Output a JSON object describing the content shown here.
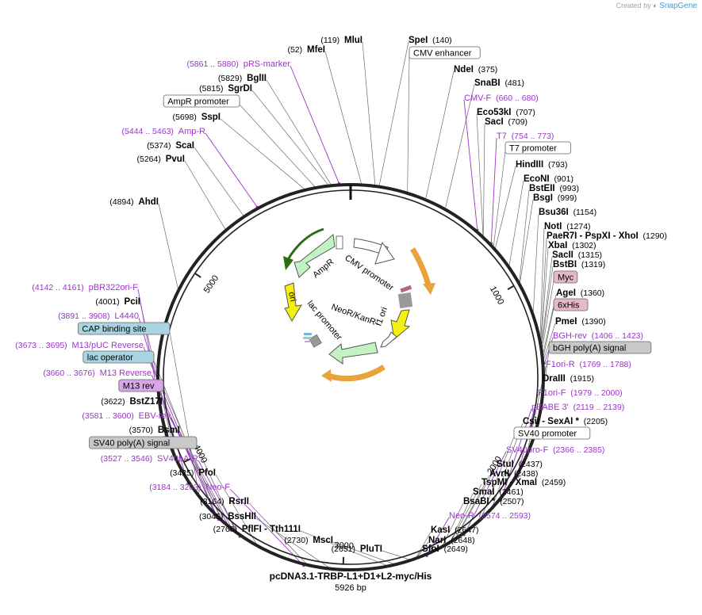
{
  "brand": {
    "created_by": "Created by",
    "product": "SnapGene"
  },
  "plasmid": {
    "name": "pcDNA3.1-TRBP-L1+D1+L2-myc/His",
    "length": "5926 bp"
  },
  "ticks": [
    "1000",
    "2000",
    "3000",
    "4000",
    "5000"
  ],
  "inner_features": [
    {
      "label": "CMV promoter"
    },
    {
      "label": "f1 ori"
    },
    {
      "label": "NeoR/KanR"
    },
    {
      "label": "lac promoter"
    },
    {
      "label": "ori"
    },
    {
      "label": "AmpR"
    }
  ],
  "labels": [
    {
      "kind": "site",
      "name": "MluI",
      "pos": "(119)"
    },
    {
      "kind": "site",
      "name": "SpeI",
      "pos": "(140)"
    },
    {
      "kind": "box",
      "name": "CMV enhancer",
      "fill": "#ffffff"
    },
    {
      "kind": "site",
      "name": "NdeI",
      "pos": "(375)"
    },
    {
      "kind": "site",
      "name": "SnaBI",
      "pos": "(481)"
    },
    {
      "kind": "primer",
      "name": "CMV-F",
      "pos": "(660 .. 680)"
    },
    {
      "kind": "site",
      "name": "Eco53kI",
      "pos": "(707)"
    },
    {
      "kind": "site",
      "name": "SacI",
      "pos": "(709)"
    },
    {
      "kind": "primer",
      "name": "T7",
      "pos": "(754 .. 773)"
    },
    {
      "kind": "box",
      "name": "T7 promoter",
      "fill": "#ffffff"
    },
    {
      "kind": "site",
      "name": "HindIII",
      "pos": "(793)"
    },
    {
      "kind": "site",
      "name": "EcoNI",
      "pos": "(901)"
    },
    {
      "kind": "site",
      "name": "BstEII",
      "pos": "(993)"
    },
    {
      "kind": "site",
      "name": "BsgI",
      "pos": "(999)"
    },
    {
      "kind": "site",
      "name": "Bsu36I",
      "pos": "(1154)"
    },
    {
      "kind": "site",
      "name": "NotI",
      "pos": "(1274)"
    },
    {
      "kind": "site",
      "name": "PaeR7I  - PspXI  - XhoI",
      "pos": "(1290)"
    },
    {
      "kind": "site",
      "name": "XbaI",
      "pos": "(1302)"
    },
    {
      "kind": "site",
      "name": "SacII",
      "pos": "(1315)"
    },
    {
      "kind": "site",
      "name": "BstBI",
      "pos": "(1319)"
    },
    {
      "kind": "box",
      "name": "Myc",
      "fill": "#e6b8c8"
    },
    {
      "kind": "site",
      "name": "AgeI",
      "pos": "(1360)"
    },
    {
      "kind": "box",
      "name": "6xHis",
      "fill": "#e6b8c8"
    },
    {
      "kind": "site",
      "name": "PmeI",
      "pos": "(1390)"
    },
    {
      "kind": "primer",
      "name": "BGH-rev",
      "pos": "(1406 .. 1423)"
    },
    {
      "kind": "box",
      "name": "bGH poly(A) signal",
      "fill": "#c8c8c8"
    },
    {
      "kind": "primer",
      "name": "F1ori-R",
      "pos": "(1769 .. 1788)"
    },
    {
      "kind": "site",
      "name": "DraIII",
      "pos": "(1915)"
    },
    {
      "kind": "primer",
      "name": "F1ori-F",
      "pos": "(1979 .. 2000)"
    },
    {
      "kind": "primer",
      "name": "pBABE 3'",
      "pos": "(2119 .. 2139)"
    },
    {
      "kind": "site",
      "name": "CsiI  - SexAI *",
      "pos": "(2205)"
    },
    {
      "kind": "box",
      "name": "SV40 promoter",
      "fill": "#ffffff"
    },
    {
      "kind": "primer",
      "name": "SV40pro-F",
      "pos": "(2366 .. 2385)"
    },
    {
      "kind": "site",
      "name": "StuI",
      "pos": "(2437)"
    },
    {
      "kind": "site",
      "name": "AvrII",
      "pos": "(2438)"
    },
    {
      "kind": "site",
      "name": "TspMI  - XmaI",
      "pos": "(2459)"
    },
    {
      "kind": "site",
      "name": "SmaI",
      "pos": "(2461)"
    },
    {
      "kind": "site",
      "name": "BsaBI *",
      "pos": "(2507)"
    },
    {
      "kind": "primer",
      "name": "Neo-R",
      "pos": "(2574 .. 2593)"
    },
    {
      "kind": "site",
      "name": "KasI",
      "pos": "(2647)"
    },
    {
      "kind": "site",
      "name": "NarI",
      "pos": "(2648)"
    },
    {
      "kind": "site",
      "name": "SfoI",
      "pos": "(2649)"
    },
    {
      "kind": "site",
      "name": "PluTI",
      "pos": "(2651)"
    },
    {
      "kind": "site",
      "name": "MscI",
      "pos": "(2730)"
    },
    {
      "kind": "site",
      "name": "PflFI  - Tth111I",
      "pos": "(2766)"
    },
    {
      "kind": "site",
      "name": "BssHII",
      "pos": "(3045)"
    },
    {
      "kind": "site",
      "name": "RsrII",
      "pos": "(3164)"
    },
    {
      "kind": "primer",
      "name": "Neo-F",
      "pos": "(3184 .. 3203)"
    },
    {
      "kind": "site",
      "name": "PfoI",
      "pos": "(3425)"
    },
    {
      "kind": "primer",
      "name": "SV40pA-R",
      "pos": "(3527 .. 3546)"
    },
    {
      "kind": "box",
      "name": "SV40 poly(A) signal",
      "fill": "#c8c8c8"
    },
    {
      "kind": "site",
      "name": "BsmI",
      "pos": "(3570)"
    },
    {
      "kind": "primer",
      "name": "EBV-rev",
      "pos": "(3581 .. 3600)"
    },
    {
      "kind": "site",
      "name": "BstZ17I",
      "pos": "(3622)"
    },
    {
      "kind": "box",
      "name": "M13 rev",
      "fill": "#d7a6e6"
    },
    {
      "kind": "primer",
      "name": "M13 Reverse",
      "pos": "(3660 .. 3676)"
    },
    {
      "kind": "box",
      "name": "lac operator",
      "fill": "#a9d4e2"
    },
    {
      "kind": "primer",
      "name": "M13/pUC Reverse",
      "pos": "(3673 .. 3695)"
    },
    {
      "kind": "box",
      "name": "CAP binding site",
      "fill": "#a9d4e2"
    },
    {
      "kind": "primer",
      "name": "L4440",
      "pos": "(3891 .. 3908)"
    },
    {
      "kind": "site",
      "name": "PciI",
      "pos": "(4001)"
    },
    {
      "kind": "primer",
      "name": "pBR322ori-F",
      "pos": "(4142 .. 4161)"
    },
    {
      "kind": "site",
      "name": "AhdI",
      "pos": "(4894)"
    },
    {
      "kind": "site",
      "name": "PvuI",
      "pos": "(5264)"
    },
    {
      "kind": "site",
      "name": "ScaI",
      "pos": "(5374)"
    },
    {
      "kind": "primer",
      "name": "Amp-R",
      "pos": "(5444 .. 5463)"
    },
    {
      "kind": "site",
      "name": "SspI",
      "pos": "(5698)"
    },
    {
      "kind": "box",
      "name": "AmpR promoter",
      "fill": "#ffffff"
    },
    {
      "kind": "site",
      "name": "SgrDI",
      "pos": "(5815)"
    },
    {
      "kind": "site",
      "name": "BglII",
      "pos": "(5829)"
    },
    {
      "kind": "primer",
      "name": "pRS-marker",
      "pos": "(5861 .. 5880)"
    },
    {
      "kind": "site",
      "name": "MfeI",
      "pos": "(52)"
    }
  ]
}
